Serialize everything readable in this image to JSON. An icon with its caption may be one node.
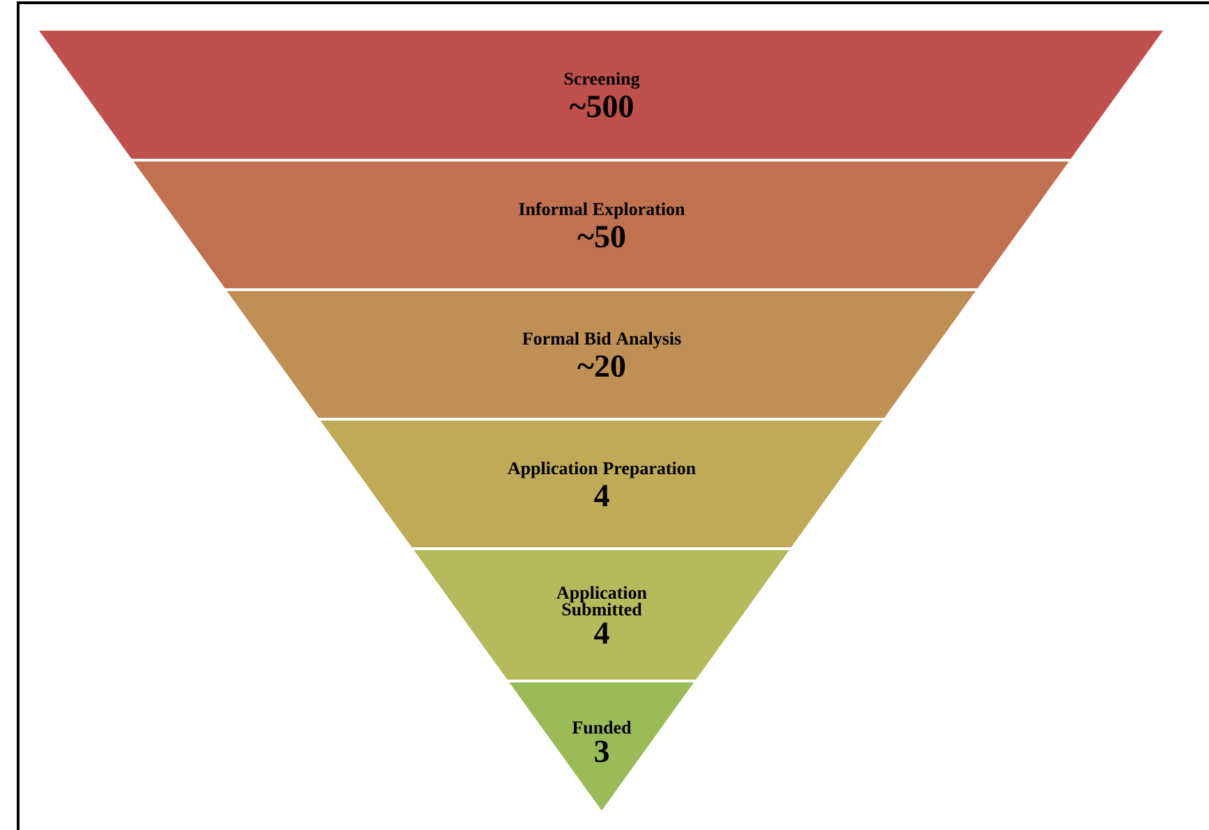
{
  "diagram": {
    "nodes": [
      {
        "text": [
          "Screening",
          "~500"
        ]
      },
      {
        "text": [
          "Informal Exploration",
          "~50"
        ]
      },
      {
        "text": [
          "Formal Bid Analysis",
          "~20"
        ]
      },
      {
        "text": [
          "Application Preparation",
          "4"
        ]
      },
      {
        "text": [
          "Application Submitted",
          "4"
        ]
      },
      {
        "text": [
          "Funded",
          "3"
        ]
      }
    ]
  }
}
